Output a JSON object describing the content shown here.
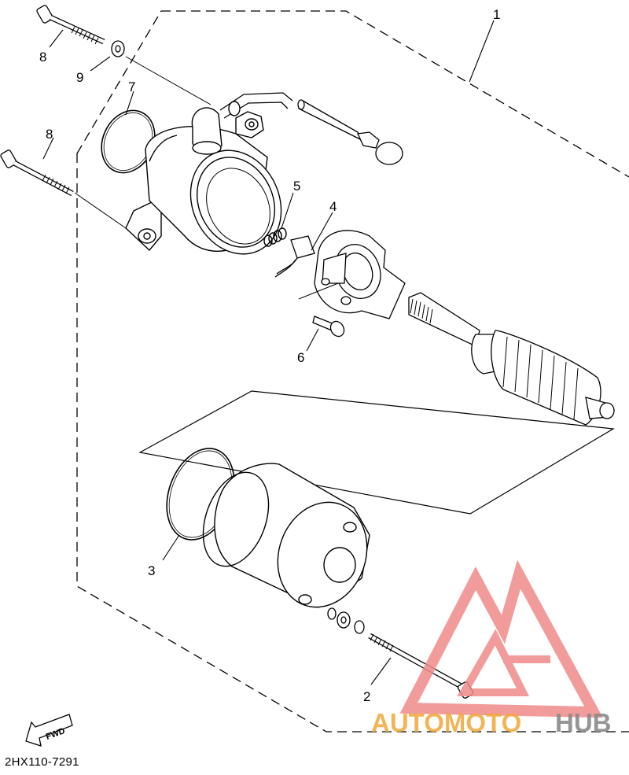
{
  "diagram": {
    "callouts": [
      {
        "id": "1",
        "label": "1"
      },
      {
        "id": "2",
        "label": "2"
      },
      {
        "id": "3",
        "label": "3"
      },
      {
        "id": "4",
        "label": "4"
      },
      {
        "id": "5",
        "label": "5"
      },
      {
        "id": "6",
        "label": "6"
      },
      {
        "id": "7",
        "label": "7"
      },
      {
        "id": "8a",
        "label": "8"
      },
      {
        "id": "8b",
        "label": "8"
      },
      {
        "id": "9",
        "label": "9"
      }
    ],
    "fwd_label": "FWD",
    "diagram_code": "2HX110-7291"
  },
  "watermark": {
    "text_orange": "AUTOMOTO",
    "text_gray": "HUB",
    "colors": {
      "logo": "#f08a8a",
      "text_orange": "#f2a838",
      "text_gray": "#8a8a8a"
    }
  }
}
